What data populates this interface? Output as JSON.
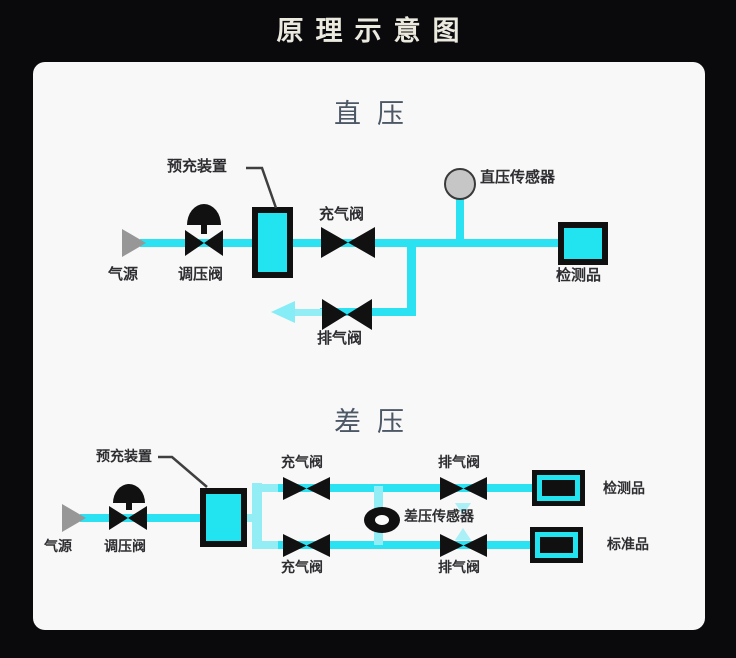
{
  "title": "原理示意图",
  "colors": {
    "background": "#0a0a0d",
    "panel": "#f8f8f8",
    "pipe_cyan": "#2be2f2",
    "pipe_light_cyan": "#93edf5",
    "component_black": "#111111",
    "source_gray": "#979797",
    "sensor_gray": "#c6c6c6",
    "heading_color": "#4d5866",
    "title_color": "#ece9df"
  },
  "direct_section": {
    "heading": "直压",
    "labels": {
      "source": "气源",
      "regulator": "调压阀",
      "precharge": "预充装置",
      "inflate_valve": "充气阀",
      "exhaust_valve": "排气阀",
      "sensor": "直压传感器",
      "test_item": "检测品"
    }
  },
  "differential_section": {
    "heading": "差压",
    "labels": {
      "source": "气源",
      "regulator": "调压阀",
      "precharge": "预充装置",
      "inflate_valve_top": "充气阀",
      "inflate_valve_bottom": "充气阀",
      "exhaust_valve_top": "排气阀",
      "exhaust_valve_bottom": "排气阀",
      "sensor": "差压传感器",
      "test_item": "检测品",
      "standard_item": "标准品"
    }
  }
}
